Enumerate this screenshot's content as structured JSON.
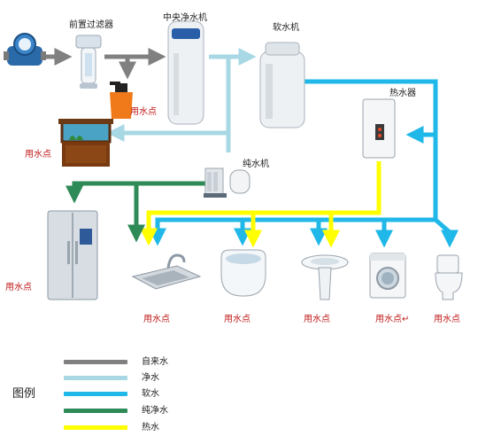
{
  "labels": {
    "pre_filter": "前置过滤器",
    "central_purifier": "中央净水机",
    "softener": "软水机",
    "water_heater": "热水器",
    "pure_water_machine": "纯水机",
    "use_point_sprayer": "用水点",
    "use_point_aquarium": "用水点",
    "use_point_fridge": "用水点",
    "use_point_sink": "用水点",
    "use_point_bathtub": "用水点",
    "use_point_basin": "用水点",
    "use_point_washer": "用水点↵",
    "use_point_toilet": "用水点"
  },
  "legend": {
    "title": "图例",
    "items": [
      {
        "label": "自来水",
        "color": "#808080"
      },
      {
        "label": "净水",
        "color": "#a8d8e4"
      },
      {
        "label": "软水",
        "color": "#1fb8e8"
      },
      {
        "label": "纯净水",
        "color": "#2e8b57"
      },
      {
        "label": "热水",
        "color": "#ffff00"
      }
    ]
  },
  "colors": {
    "tap": "#808080",
    "purified": "#a8d8e4",
    "soft": "#1fb8e8",
    "pure": "#2e8b57",
    "hot": "#ffff00"
  }
}
